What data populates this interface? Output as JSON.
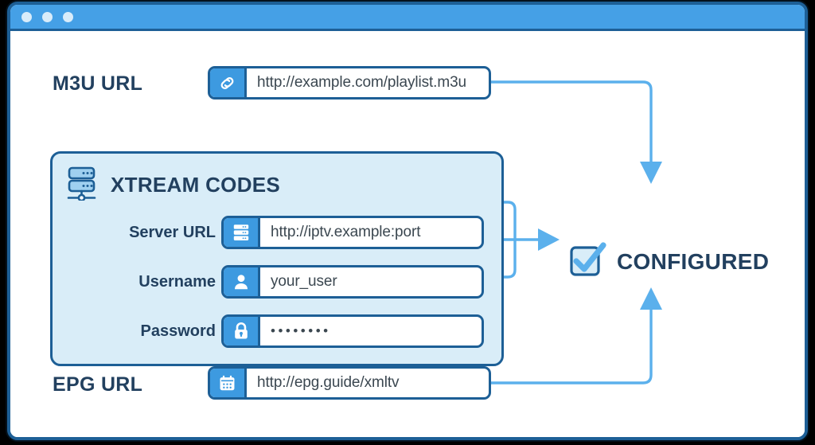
{
  "window": {
    "titlebar": {
      "dots": [
        "close-dot",
        "minimize-dot",
        "maximize-dot"
      ]
    }
  },
  "colors": {
    "accent_blue": "#3d9ae0",
    "deep_blue": "#1d5f96",
    "navy_text": "#22405f",
    "panel_bg": "#d9edf8",
    "titlebar": "#45a0e6",
    "wire": "#5bb0ec",
    "field_bg": "#ffffff",
    "canvas_bg": "#ffffff"
  },
  "diagram": {
    "m3u": {
      "label": "M3U URL",
      "icon": "link-icon",
      "value": "http://example.com/playlist.m3u"
    },
    "xtream": {
      "title": "XTREAM CODES",
      "icon": "server-network-icon",
      "rows": [
        {
          "label": "Server URL",
          "icon": "server-rack-icon",
          "value": "http://iptv.example:port"
        },
        {
          "label": "Username",
          "icon": "user-icon",
          "value": "your_user"
        },
        {
          "label": "Password",
          "icon": "lock-icon",
          "value": "••••••••"
        }
      ]
    },
    "epg": {
      "label": "EPG URL",
      "icon": "calendar-icon",
      "value": "http://epg.guide/xmltv"
    },
    "result": {
      "icon": "checkbox-checked-icon",
      "label": "CONFIGURED"
    }
  }
}
